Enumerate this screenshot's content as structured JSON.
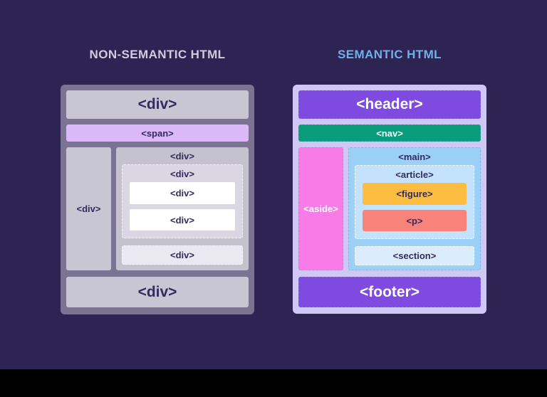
{
  "page": {
    "background_color": "#2e2453",
    "letterbox_color": "#000000"
  },
  "left_panel": {
    "title": "NON-SEMANTIC HTML",
    "title_color": "#cfccdf",
    "container_color": "#7a7391",
    "blocks": {
      "top_div": "<div>",
      "span": "<span>",
      "sidebar_div": "<div>",
      "content_div": "<div>",
      "wrapper_div": "<div>",
      "leaf_div_1": "<div>",
      "leaf_div_2": "<div>",
      "lower_div": "<div>",
      "bottom_div": "<div>"
    },
    "block_colors": {
      "bar_gray": "#c9c6d3",
      "span_lilac": "#dbb8f8",
      "content_gray": "#c5c2d0",
      "wrapper_gray": "#dad7e3",
      "leaf_white": "#ffffff",
      "lower_gray": "#eae8f1",
      "text_dark": "#332a5e"
    }
  },
  "right_panel": {
    "title": "SEMANTIC HTML",
    "title_color": "#70b0e9",
    "container_color": "#cfc7f4",
    "blocks": {
      "header": "<header>",
      "nav": "<nav>",
      "aside": "<aside>",
      "main": "<main>",
      "article": "<article>",
      "figure": "<figure>",
      "p": "<p>",
      "section": "<section>",
      "footer": "<footer>"
    },
    "block_colors": {
      "header_footer_purple": "#7e4ae0",
      "nav_green": "#0a9d7b",
      "aside_pink": "#f87ce8",
      "main_blue": "#9bd1f6",
      "article_blue": "#c4e2fb",
      "figure_amber": "#fcbd41",
      "p_salmon": "#f9837b",
      "section_pale_blue": "#dbecfd",
      "text_dark": "#332a5e",
      "text_light": "#ffffff"
    }
  }
}
